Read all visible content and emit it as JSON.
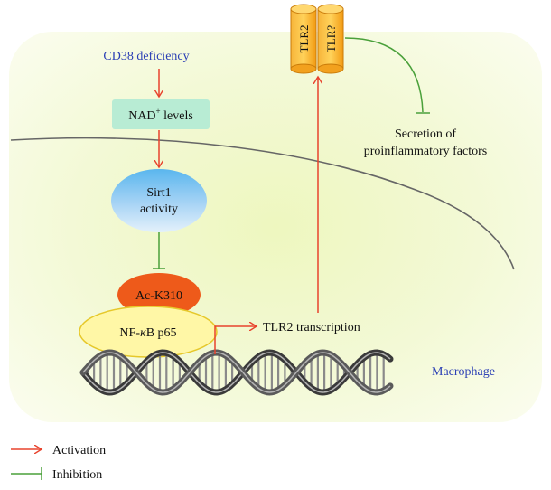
{
  "diagram": {
    "cd38_label": "CD38 deficiency",
    "nad_label": "NAD",
    "nad_superscript": "+",
    "nad_suffix": " levels",
    "sirt1_line1": "Sirt1",
    "sirt1_line2": "activity",
    "ack310_label": "Ac-K310",
    "nfkb_prefix": "NF-",
    "nfkb_kappa": "κ",
    "nfkb_suffix": "B p65",
    "tlr2_transcription_label": "TLR2 transcription",
    "receptor_left_label": "TLR2",
    "receptor_right_label": "TLR?",
    "secretion_line1": "Secretion of",
    "secretion_line2": "proinflammatory factors",
    "macrophage_label": "Macrophage"
  },
  "legend": {
    "activation_label": "Activation",
    "inhibition_label": "Inhibition"
  },
  "colors": {
    "activation_arrow": "#e8432d",
    "inhibition_line": "#4aa03a",
    "membrane": "#666666",
    "label_blue": "#2b3fb5",
    "nad_box": "#b8ecd4",
    "ack310": "#ee5a1a",
    "nfkb": "#fff7a6",
    "receptor": "#f5a31a"
  }
}
